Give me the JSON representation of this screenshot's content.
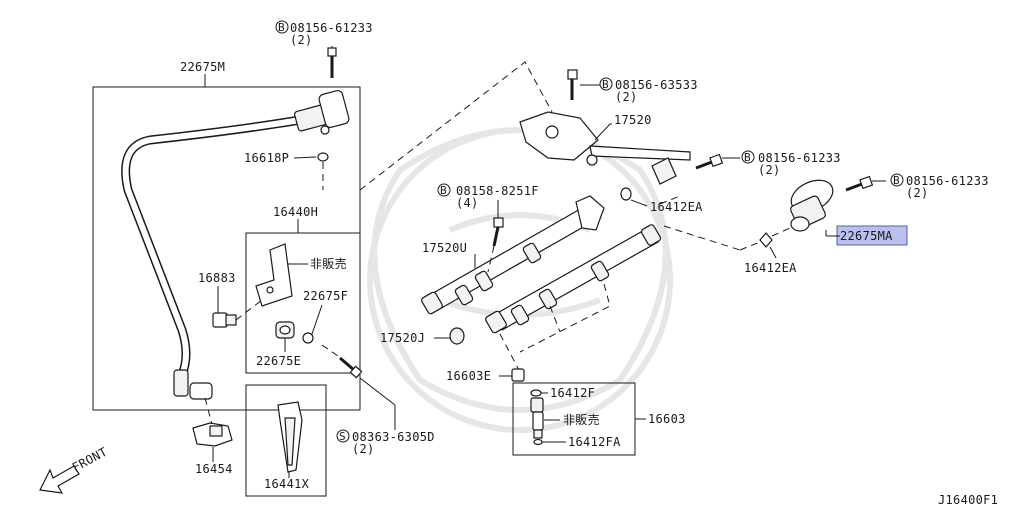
{
  "diagram_id": "J16400F1",
  "front_label": "FRONT",
  "parts": {
    "hose_assembly": "22675M",
    "bolt_top_left": "08156-61233",
    "bolt_top_left_qty": "(2)",
    "grommet_left": "16618P",
    "bracket_group": "16440H",
    "not_for_sale_1": "非販売",
    "bracket_nut": "22675F",
    "bracket_clip": "22675E",
    "clip_16883": "16883",
    "bolt_top_mid": "08156-63533",
    "bolt_top_mid_qty": "(2)",
    "fuel_rail": "17520",
    "bolt_rail_right": "08156-61233",
    "bolt_rail_right_qty": "(2)",
    "bolt_far_right": "08156-61233",
    "bolt_far_right_qty": "(2)",
    "oring_rail": "16412EA",
    "oring_regulator": "16412EA",
    "regulator": "22675MA",
    "bolt_rail_left": "08158-8251F",
    "bolt_rail_left_qty": "(4)",
    "rail_left": "17520U",
    "spacer": "17520J",
    "insulator": "16603E",
    "injector_assy": "16603",
    "oring_injector_top": "16412F",
    "not_for_sale_2": "非販売",
    "oring_injector_bottom": "16412FA",
    "screw_bottom": "08363-6305D",
    "screw_bottom_qty": "(2)",
    "clip_bottom": "16454",
    "holder_bottom": "16441X"
  },
  "marks": {
    "bolt": "B",
    "screw": "S"
  },
  "highlight_color": "#b9bfee"
}
